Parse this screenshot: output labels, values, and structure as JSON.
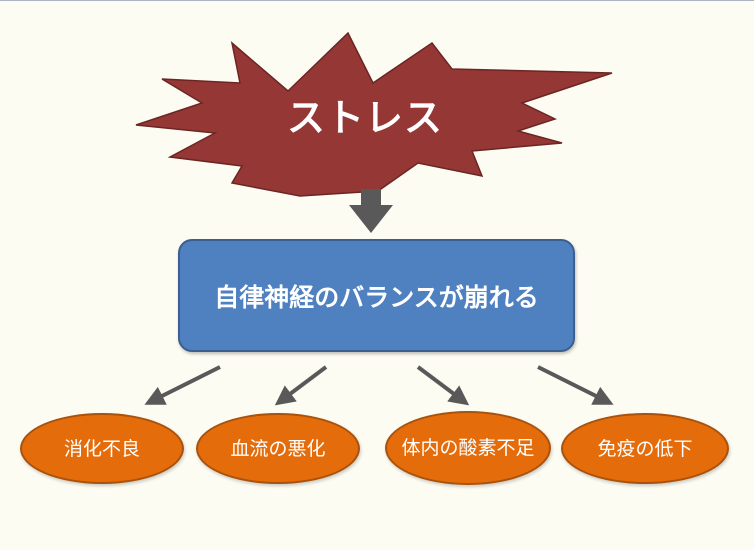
{
  "diagram": {
    "stress": {
      "label": "ストレス",
      "fill": "#953735",
      "stroke": "#6b2624"
    },
    "center": {
      "label": "自律神経のバランスが崩れる",
      "fill": "#4f80c0"
    },
    "effects": [
      {
        "lines": [
          "消化不良"
        ]
      },
      {
        "lines": [
          "血流の悪化"
        ]
      },
      {
        "lines": [
          "体内の酸",
          "素不足"
        ]
      },
      {
        "lines": [
          "免疫の低下"
        ]
      }
    ],
    "effect_fill": "#e46c0a",
    "arrow_color": "#595959"
  }
}
